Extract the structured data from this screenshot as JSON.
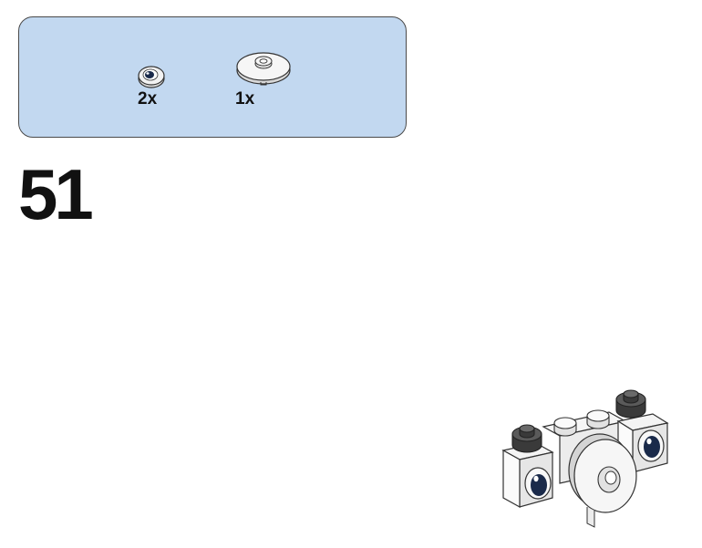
{
  "parts_panel": {
    "parts": [
      {
        "icon": "round-eye-tile-icon",
        "quantity": "2x"
      },
      {
        "icon": "round-jumper-plate-icon",
        "quantity": "1x"
      }
    ]
  },
  "step": {
    "number": "51"
  },
  "colors": {
    "panel_background": "#c2d8f0",
    "panel_border": "#4a4a4a",
    "eye_dark": "#1a2a4a",
    "brick_white": "#f4f4f4",
    "stud_dark_gray": "#4a4a4a"
  }
}
